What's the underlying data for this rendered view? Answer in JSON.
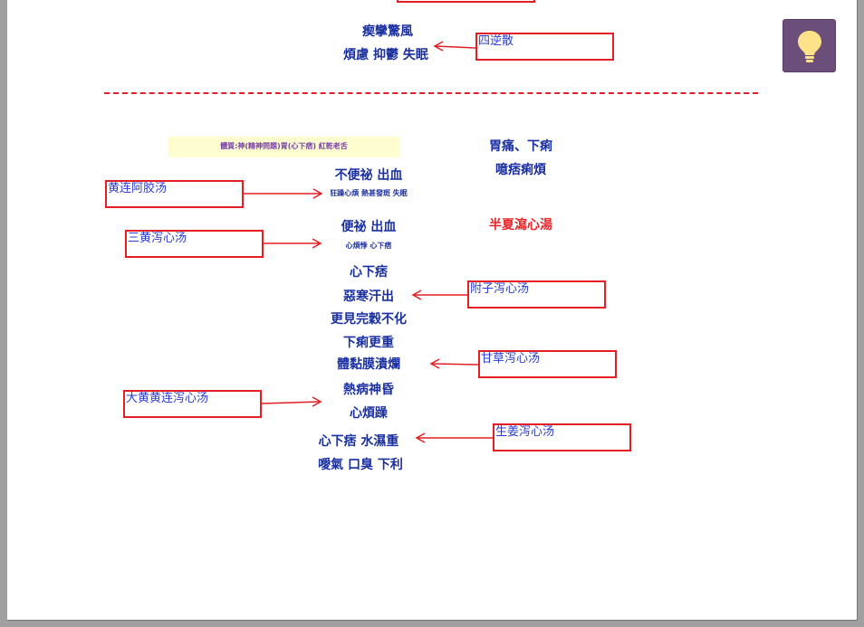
{
  "toolbar": {
    "hint_icon": "lightbulb-icon"
  },
  "colors": {
    "box_border": "#e31e24",
    "box_text": "#2a3cd0",
    "symptom_text": "#1a2fa0",
    "highlight_bg": "#fdfdd0",
    "button_bg": "#6b4f7a"
  },
  "top_section": {
    "symptoms": [
      "瘈攣驚風",
      "煩慮 抑鬱 失眠"
    ],
    "formula": "四逆散"
  },
  "highlight": "體質:神(精神問題)胃(心下痞) 紅乾老舌",
  "right_column": {
    "line1": "胃痛、下痢",
    "line2": "噫痞痢煩",
    "title": "半夏瀉心湯"
  },
  "center": {
    "s1": "不便祕  出血",
    "s1_small": "狂躁心煩 熱甚發斑 失眠",
    "s2": "便祕 出血",
    "s2_small": "心煩悸 心下痞",
    "s3": "心下痞",
    "s4": "惡寒汗出",
    "s5": "更見完穀不化",
    "s6": "下痢更重",
    "s7": "體黏膜潰爛",
    "s8": "熱病神昏",
    "s9": "心煩躁",
    "s10": "心下痞 水濕重",
    "s11": "噯氣 口臭 下利"
  },
  "formulas": {
    "huanglian_ejiao": "黄连阿胶汤",
    "sanhuang": "三黄泻心汤",
    "fuzi": "附子泻心汤",
    "gancao": "甘草泻心汤",
    "dahuang_huanglian": "大黄黄连泻心汤",
    "shengjiang": "生姜泻心汤"
  }
}
